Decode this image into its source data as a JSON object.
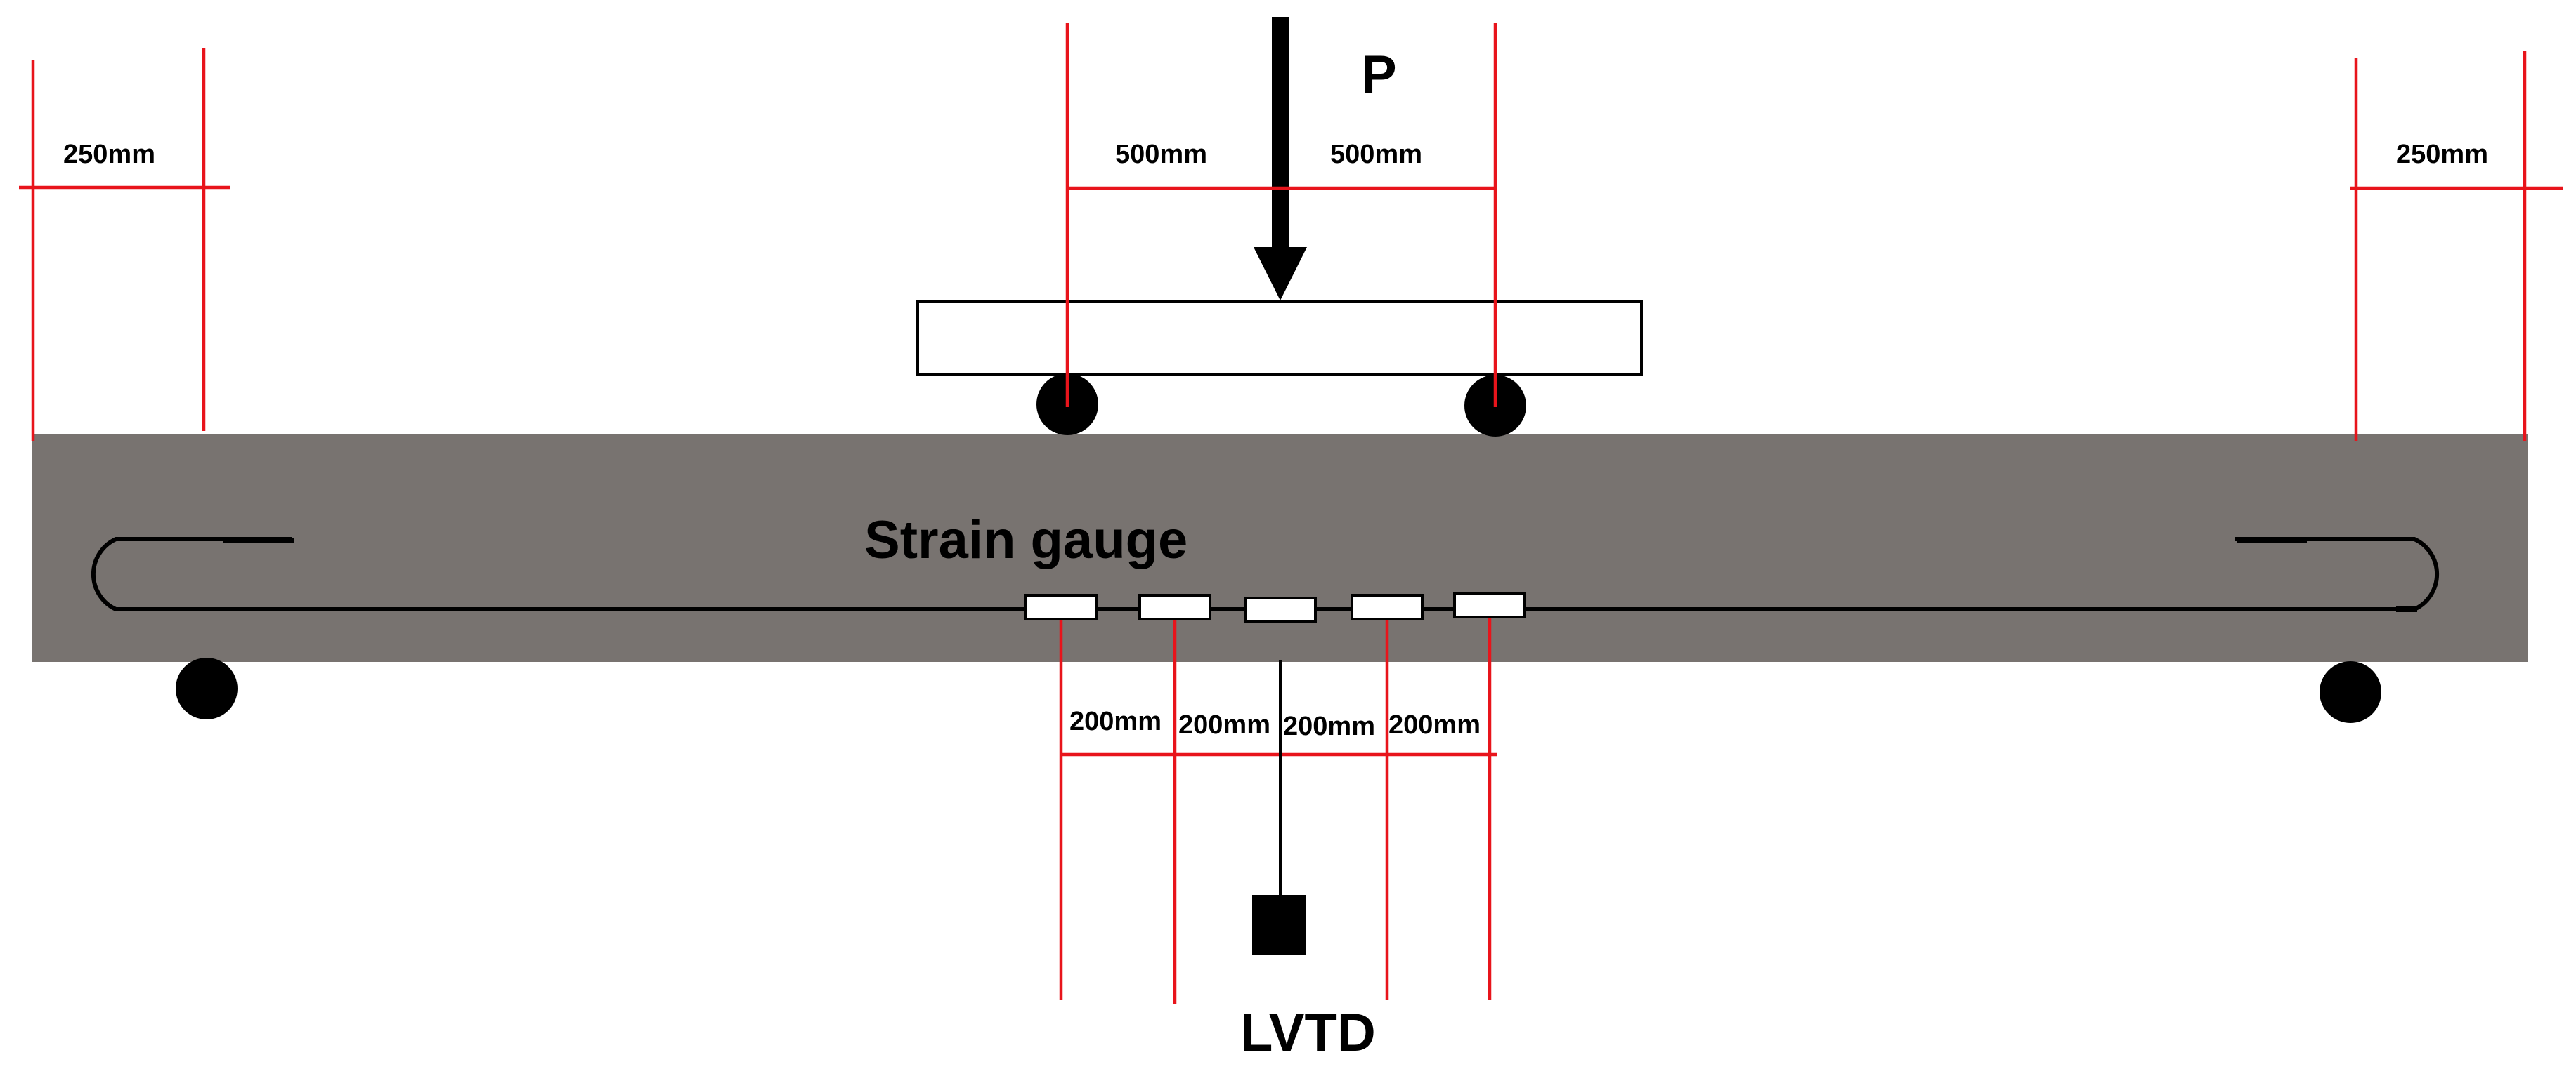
{
  "labels": {
    "load": "P",
    "left_overhang": "250mm",
    "right_overhang": "250mm",
    "load_left_spacing": "500mm",
    "load_right_spacing": "500mm",
    "strain_gauge": "Strain gauge",
    "gauge_spacings": [
      "200mm",
      "200mm",
      "200mm",
      "200mm"
    ],
    "lvdt": "LVTD"
  },
  "colors": {
    "beam": "#787370",
    "dimension_lines": "#e8141b",
    "ink": "#000000",
    "background": "#ffffff"
  }
}
